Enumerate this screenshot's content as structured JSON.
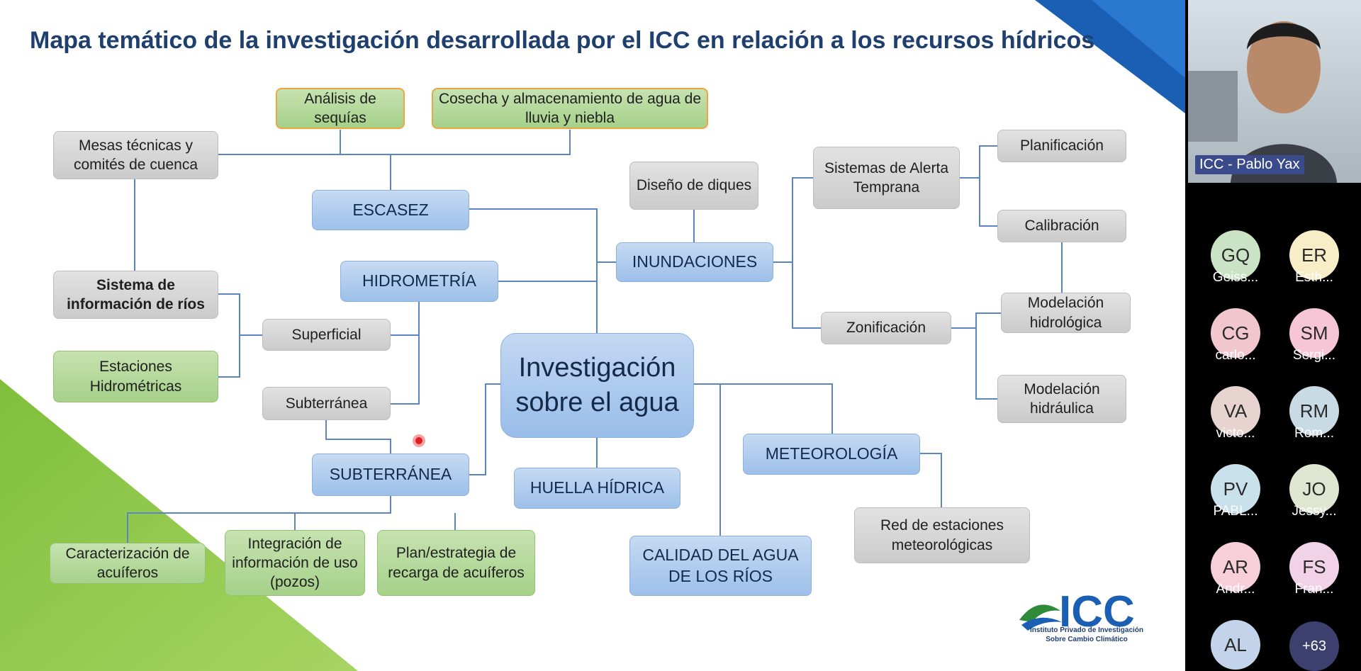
{
  "slide": {
    "title": "Mapa temático de la investigación desarrollada por el ICC en relación a los recursos hídricos",
    "center": {
      "line1": "Investigación",
      "line2": "sobre el agua"
    },
    "nodes": {
      "analisis_sequias": "Análisis de sequías",
      "cosecha": "Cosecha y almacenamiento de agua de lluvia y niebla",
      "mesas_tecnicas": "Mesas técnicas y comités de cuenca",
      "escasez": "ESCASEZ",
      "diseno_diques": "Diseño de diques",
      "sistemas_alerta": "Sistemas de Alerta Temprana",
      "planificacion": "Planificación",
      "calibracion": "Calibración",
      "inundaciones": "INUNDACIONES",
      "hidrometria": "HIDROMETRÍA",
      "sistema_info_rios": "Sistema de información de ríos",
      "superficial": "Superficial",
      "estaciones_hidro": "Estaciones Hidrométricas",
      "zonificacion": "Zonificación",
      "modelacion_hidrologica": "Modelación hidrológica",
      "modelacion_hidraulica": "Modelación hidráulica",
      "subterranea_small": "Subterránea",
      "subterranea": "SUBTERRÁNEA",
      "huella_hidrica": "HUELLA HÍDRICA",
      "meteorologia": "METEOROLOGÍA",
      "red_estaciones": "Red de estaciones meteorológicas",
      "caracterizacion": "Caracterización de acuíferos",
      "integracion": "Integración de información de uso (pozos)",
      "plan_estrategia": "Plan/estrategia de recarga de acuíferos",
      "calidad_agua": "CALIDAD DEL AGUA DE LOS RÍOS"
    },
    "logo": {
      "text": "ICC",
      "subtitle_line1": "Instituto Privado de Investigación",
      "subtitle_line2": "Sobre Cambio Climático"
    }
  },
  "meeting": {
    "speaker_name": "ICC - Pablo Yax",
    "participants": [
      {
        "initials": "GQ",
        "name": "Geiss...",
        "color": "#c9e3c4"
      },
      {
        "initials": "ER",
        "name": "Esth...",
        "color": "#f7edc6"
      },
      {
        "initials": "CG",
        "name": "carlo...",
        "color": "#f2c6cf"
      },
      {
        "initials": "SM",
        "name": "Sergi...",
        "color": "#f7c6d6"
      },
      {
        "initials": "VA",
        "name": "victo...",
        "color": "#e7d3cf"
      },
      {
        "initials": "RM",
        "name": "Rom...",
        "color": "#c8dbe5"
      },
      {
        "initials": "PV",
        "name": "PABL...",
        "color": "#c9e1ea"
      },
      {
        "initials": "JO",
        "name": "Jessy...",
        "color": "#dfe6d2"
      },
      {
        "initials": "AR",
        "name": "Andr...",
        "color": "#f6cfd8"
      },
      {
        "initials": "FS",
        "name": "Fran...",
        "color": "#f2d2e6"
      },
      {
        "initials": "AL",
        "name": "",
        "color": "#c3d3ea"
      }
    ],
    "more_count": "+63"
  }
}
